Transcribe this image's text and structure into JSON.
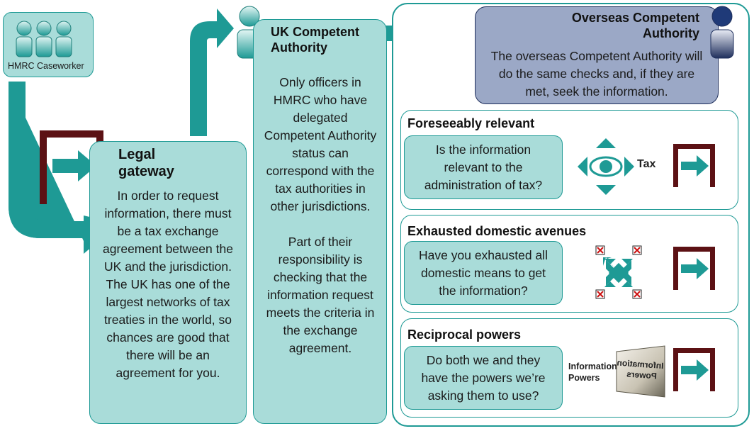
{
  "caseworker": {
    "label": "HMRC Caseworker",
    "icon": "people-group-icon"
  },
  "legal_gateway": {
    "title": "Legal\ngateway",
    "body": "In order to request information, there must be a tax exchange agreement between the UK and the jurisdiction.  The UK has one of the largest networks of tax treaties in the world, so chances are good that there will be an agreement for you."
  },
  "uk_authority": {
    "title": "UK Competent\nAuthority",
    "body": "Only officers in HMRC who have delegated Competent Authority status can correspond with the tax authorities in other jurisdictions.\n\nPart of their responsibility is checking that the information request meets the criteria in the exchange agreement."
  },
  "overseas_authority": {
    "title": "Overseas Competent\nAuthority",
    "body": "The overseas Competent Authority will do the same checks and, if they are met, seek the information."
  },
  "checks": [
    {
      "title": "Foreseeably relevant",
      "question": "Is the information relevant to the administration of tax?",
      "icon_label": "Tax"
    },
    {
      "title": "Exhausted domestic avenues",
      "question": "Have you exhausted all domestic means to get the information?"
    },
    {
      "title": "Reciprocal powers",
      "question": "Do both we and they have the powers we’re asking them to use?",
      "icon_label": "Information\nPowers",
      "mirror_label": "Information\nPowers"
    }
  ],
  "colors": {
    "teal": "#1e9a95",
    "light_teal": "#a9dcd9",
    "overseas_fill": "#9ba8c6",
    "overseas_border": "#1f2f5c",
    "gate": "#5c1114"
  }
}
